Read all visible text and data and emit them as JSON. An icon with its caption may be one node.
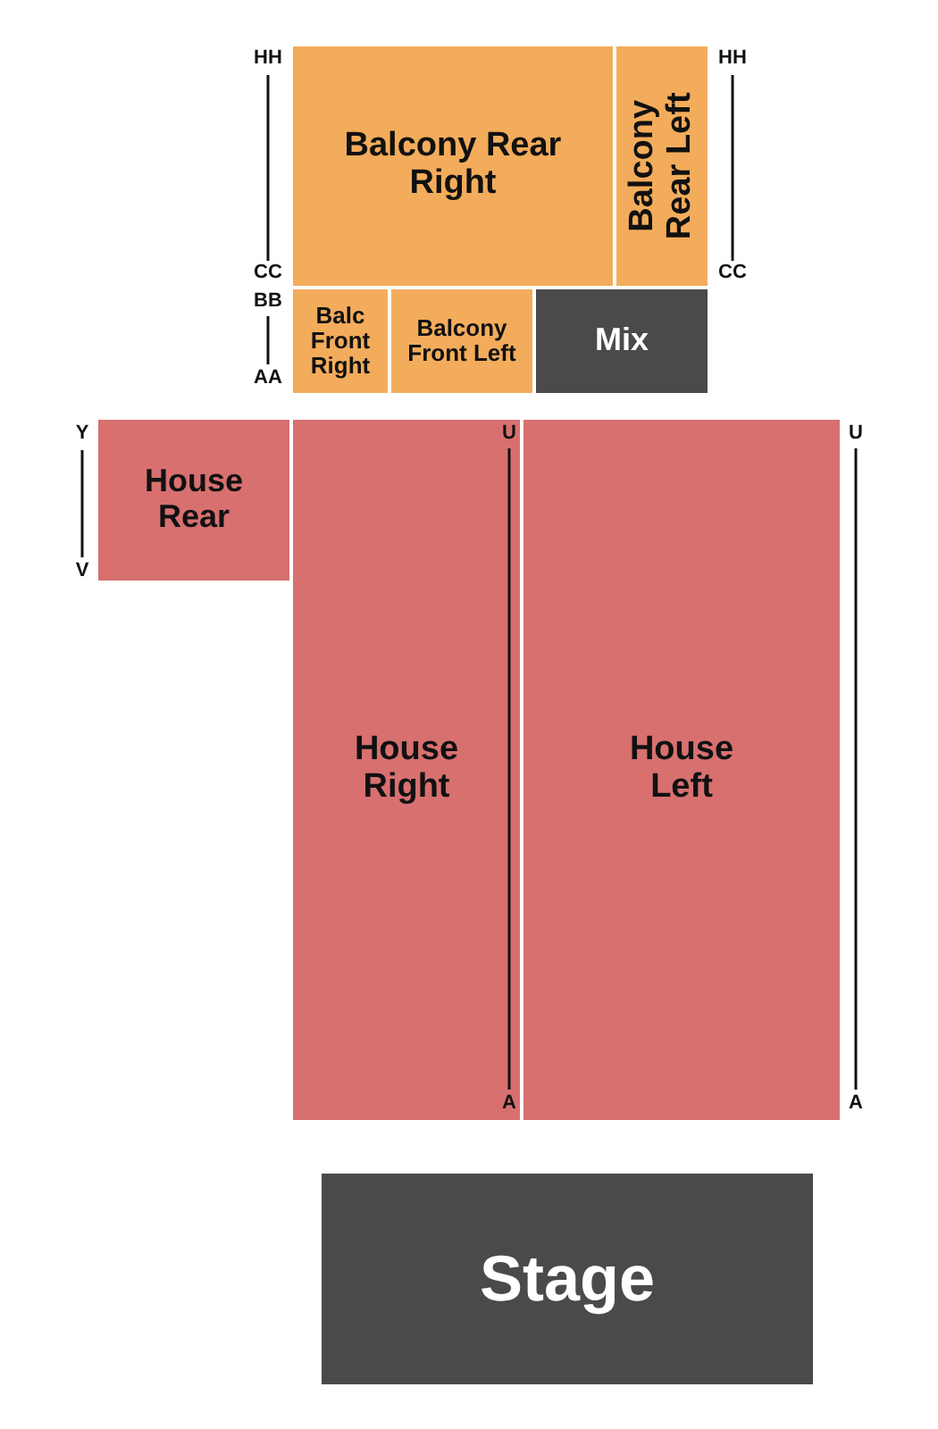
{
  "diagram": {
    "nodes": [
      {
        "text": [
          "Balcony Rear Right"
        ]
      },
      {
        "text": [
          "Balcony Rear Left"
        ]
      },
      {
        "text": [
          "Balc Front Right"
        ]
      },
      {
        "text": [
          "Balcony Front Left"
        ]
      },
      {
        "text": [
          "Mix"
        ]
      },
      {
        "text": [
          "House Rear"
        ]
      },
      {
        "text": [
          "House Right"
        ]
      },
      {
        "text": [
          "House Left"
        ]
      },
      {
        "text": [
          "Stage"
        ]
      }
    ],
    "labels": [
      "HH",
      "HH",
      "CC",
      "CC",
      "BB",
      "AA",
      "Y",
      "U",
      "U",
      "V",
      "A",
      "A"
    ]
  }
}
